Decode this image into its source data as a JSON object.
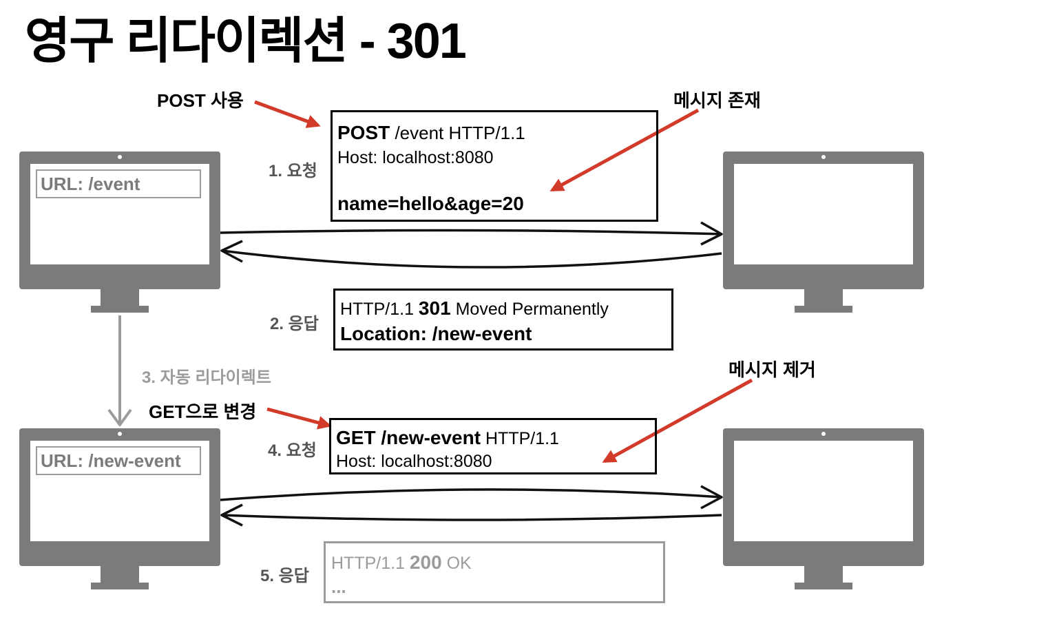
{
  "title": "영구 리다이렉션 - 301",
  "notes": {
    "post_use": "POST 사용",
    "msg_exists": "메시지 존재",
    "get_change": "GET으로 변경",
    "msg_removed": "메시지 제거"
  },
  "steps": {
    "s1": "1. 요청",
    "s2": "2. 응답",
    "s3": "3. 자동 리다이렉트",
    "s4": "4. 요청",
    "s5": "5. 응답"
  },
  "client_top": {
    "url": "URL: /event"
  },
  "client_bottom": {
    "url": "URL: /new-event"
  },
  "request1": {
    "method": "POST",
    "line1_rest": " /event HTTP/1.1",
    "host": "Host: localhost:8080",
    "body": "name=hello&age=20"
  },
  "response1": {
    "status_pre": "HTTP/1.1 ",
    "status_code": "301",
    "status_post": " Moved Permanently",
    "location": "Location: /new-event"
  },
  "request2": {
    "method_path": "GET /new-event",
    "protocol": " HTTP/1.1",
    "host": "Host: localhost:8080"
  },
  "response2": {
    "status_pre": "HTTP/1.1 ",
    "status_code": "200",
    "status_post": " OK",
    "ellipsis": "..."
  },
  "colors": {
    "accent_red": "#d23a2a",
    "monitor_gray": "#7b7b7b",
    "muted_gray": "#9b9b9b"
  }
}
